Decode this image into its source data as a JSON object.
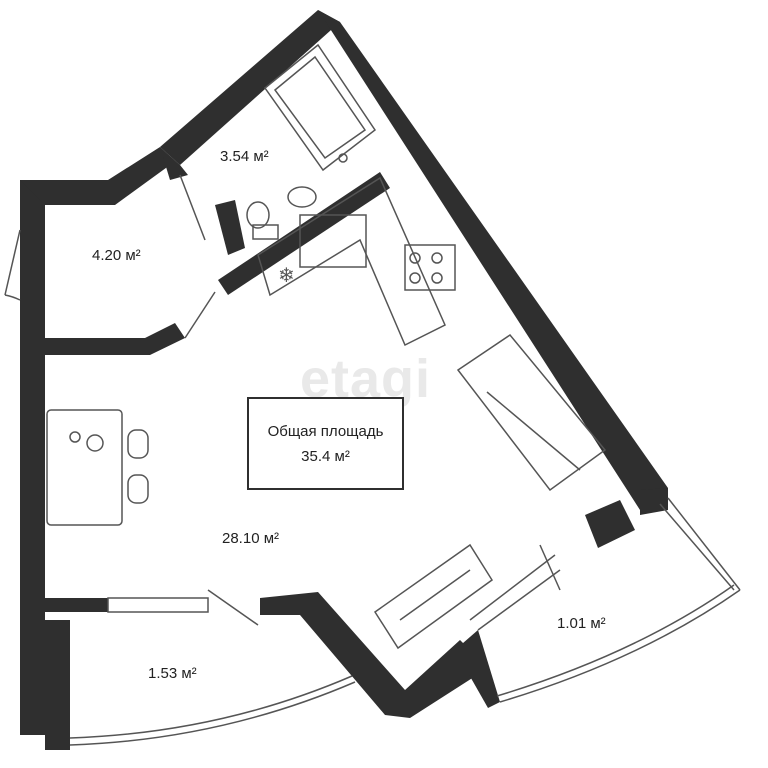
{
  "plan": {
    "watermark": "etagi",
    "total": {
      "label": "Общая площадь",
      "value": "35.4 м²"
    },
    "rooms": [
      {
        "id": "bathroom",
        "area": "3.54 м²"
      },
      {
        "id": "hallway",
        "area": "4.20 м²"
      },
      {
        "id": "living-room",
        "area": "28.10 м²"
      },
      {
        "id": "balcony-right",
        "area": "1.01 м²"
      },
      {
        "id": "balcony-bottom",
        "area": "1.53 м²"
      }
    ],
    "colors": {
      "wall": "#2f2f2f",
      "line": "#555555",
      "background": "#ffffff",
      "watermark": "#e9e9e9"
    }
  }
}
